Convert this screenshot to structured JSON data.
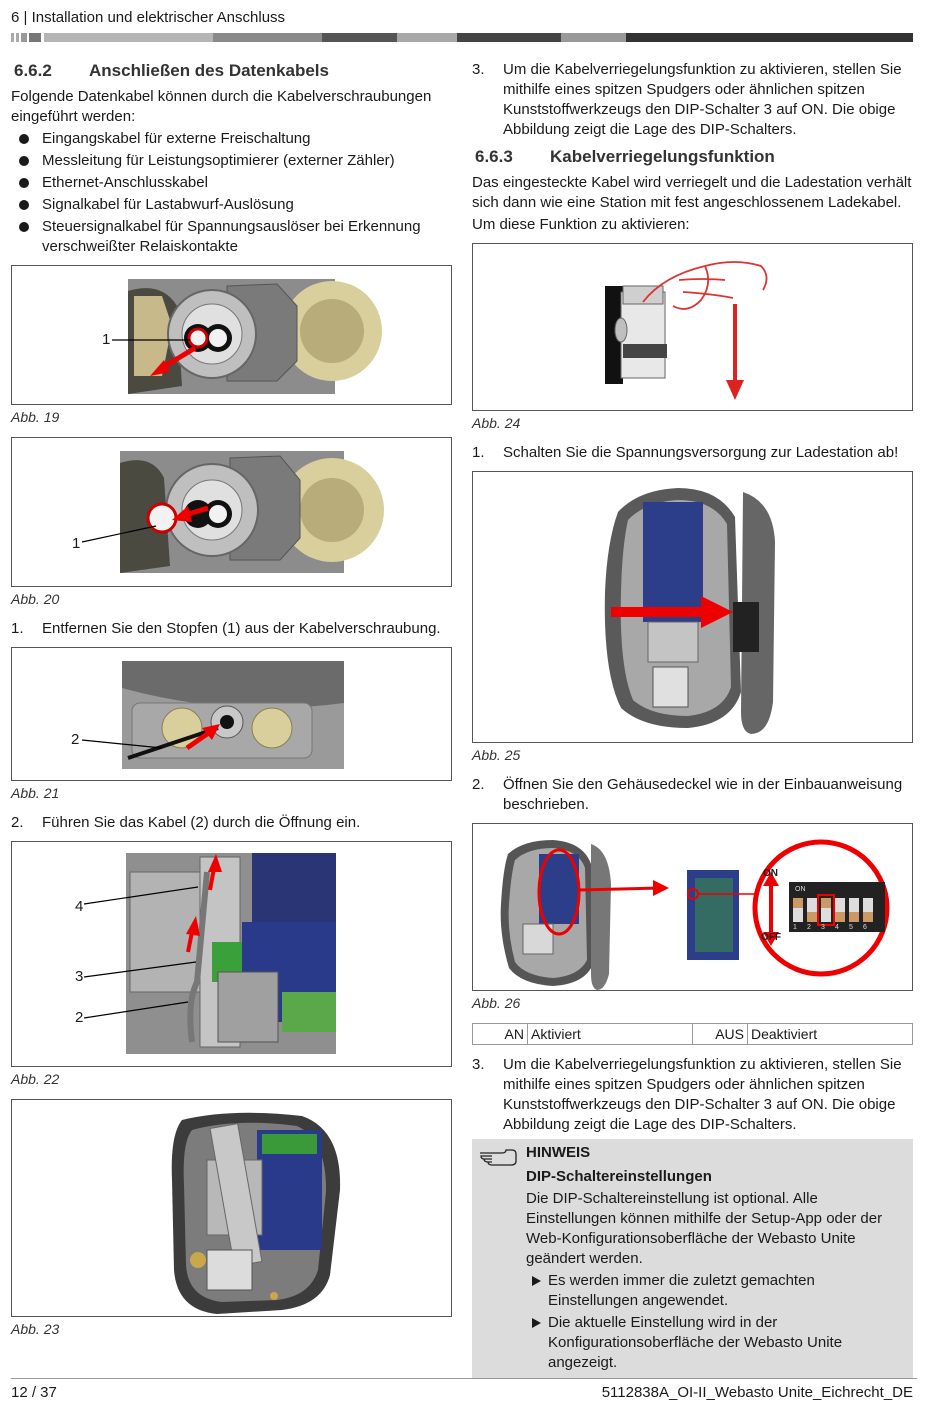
{
  "header": {
    "title": "6 | Installation und elektrischer Anschluss"
  },
  "left": {
    "section": {
      "number": "6.6.2",
      "title": "Anschließen des Datenkabels"
    },
    "intro": "Folgende Datenkabel können durch die Kabelverschraubungen eingeführt werden:",
    "bullets": [
      "Eingangskabel für externe Freischaltung",
      "Messleitung für Leistungsoptimierer (externer Zähler)",
      "Ethernet-Anschlusskabel",
      "Signalkabel für Lastabwurf-Auslösung",
      "Steuersignalkabel für Spannungsauslöser bei Erkennung verschweißter Relaiskontakte"
    ],
    "fig19": {
      "caption": "Abb. 19",
      "callout": "1"
    },
    "fig20": {
      "caption": "Abb. 20",
      "callout": "1"
    },
    "step1": {
      "n": "1.",
      "text": "Entfernen Sie den Stopfen (1) aus der Kabelverschraubung."
    },
    "fig21": {
      "caption": "Abb. 21",
      "callout": "2"
    },
    "step2": {
      "n": "2.",
      "text": "Führen Sie das Kabel (2) durch die Öffnung ein."
    },
    "fig22": {
      "caption": "Abb. 22",
      "callouts": [
        "4",
        "3",
        "2"
      ]
    },
    "fig23": {
      "caption": "Abb. 23"
    }
  },
  "right": {
    "step3": {
      "n": "3.",
      "text": "Um die Kabelverriegelungsfunktion zu aktivieren, stellen Sie mithilfe eines spitzen Spudgers oder ähnlichen spitzen Kunststoffwerkzeugs den DIP-Schalter 3 auf ON. Die obige Abbildung zeigt die Lage des DIP-Schalters."
    },
    "section": {
      "number": "6.6.3",
      "title": "Kabelverriegelungsfunktion"
    },
    "intro": "Das eingesteckte Kabel wird verriegelt und die Ladestation verhält sich dann wie eine Station mit fest angeschlossenem Ladekabel.",
    "activate": "Um diese Funktion zu aktivieren:",
    "fig24": {
      "caption": "Abb. 24"
    },
    "step1": {
      "n": "1.",
      "text": "Schalten Sie die Spannungsversorgung zur Ladestation ab!"
    },
    "fig25": {
      "caption": "Abb. 25"
    },
    "step2": {
      "n": "2.",
      "text": "Öffnen Sie den Gehäusedeckel wie in der Einbauanweisung beschrieben."
    },
    "fig26": {
      "caption": "Abb. 26",
      "on": "ON",
      "off": "OFF",
      "dip_on": "ON",
      "dip_numbers": [
        "1",
        "2",
        "3",
        "4",
        "5",
        "6"
      ]
    },
    "table": {
      "an_key": "AN",
      "an_value": "Aktiviert",
      "aus_key": "AUS",
      "aus_value": "Deaktiviert"
    },
    "notice": {
      "heading": "HINWEIS",
      "subheading": "DIP-Schaltereinstellungen",
      "body": "Die DIP-Schaltereinstellung ist optional. Alle Einstellungen können mithilfe der Setup-App oder der Web-Konfigurationsoberfläche der Webasto Unite geändert werden.",
      "items": [
        "Es werden immer die zuletzt gemachten Einstellungen angewendet.",
        "Die aktuelle Einstellung wird in der Konfigurationsoberfläche der Webasto Unite angezeigt."
      ]
    }
  },
  "footer": {
    "page": "12 / 37",
    "doc_id": "5112838A_OI-II_Webasto Unite_Eichrecht_DE"
  }
}
